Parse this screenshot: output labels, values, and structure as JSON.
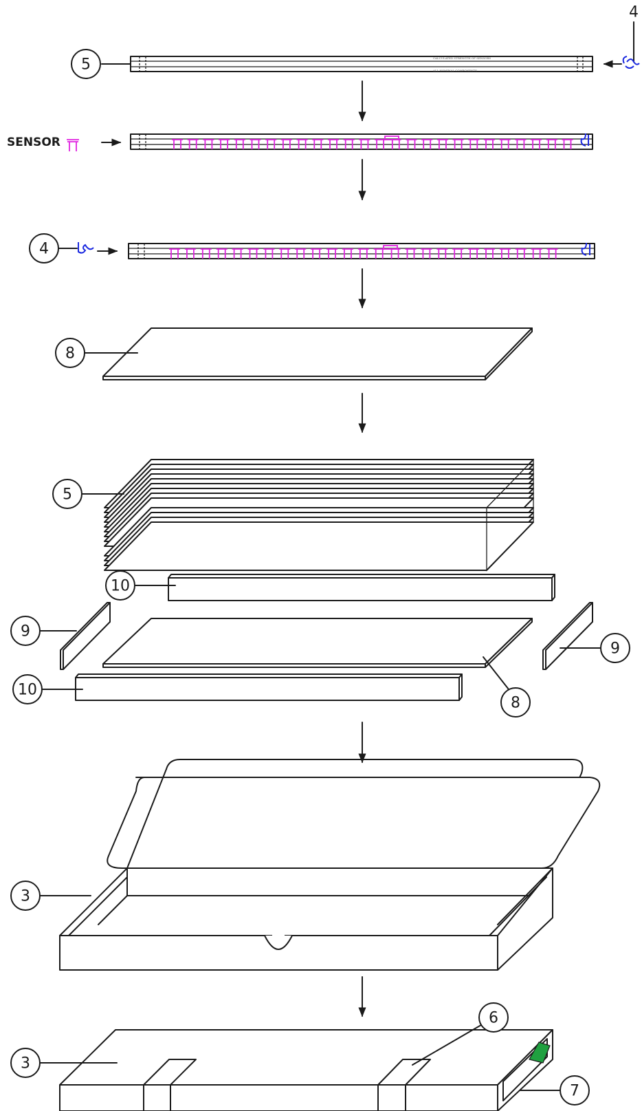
{
  "diagram": {
    "callouts": {
      "c1": "5",
      "c2": "4",
      "c3": "4",
      "c4": "8",
      "c5": "5",
      "c6": "10",
      "c7": "9",
      "c8": "9",
      "c9": "10",
      "c10": "8",
      "c11": "3",
      "c12": "3",
      "c13": "6",
      "c14": "7"
    },
    "sensor_label": "SENSOR"
  },
  "colors": {
    "line": "#1a1a1a",
    "sensor": "#e020e0",
    "connector": "#1a28e0",
    "label": "#20a040"
  }
}
